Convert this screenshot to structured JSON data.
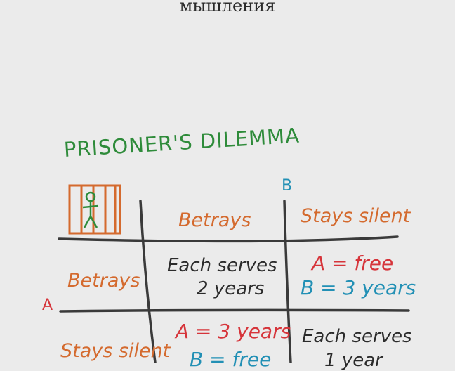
{
  "header": {
    "caption": "мышления"
  },
  "diagram": {
    "title": "PRISONER'S DILEMMA",
    "player_b_label": "B",
    "player_a_label": "A",
    "column_headers": [
      "Betrays",
      "Stays silent"
    ],
    "row_headers": [
      "Betrays",
      "Stays silent"
    ],
    "cells": {
      "betray_betray": {
        "line1": "Each serves",
        "line2": "2 years"
      },
      "betray_silent": {
        "line1": "A = free",
        "line2": "B = 3 years"
      },
      "silent_betray": {
        "line1": "A = 3 years",
        "line2": "B = free"
      },
      "silent_silent": {
        "line1": "Each serves",
        "line2": "1 year"
      }
    },
    "colors": {
      "title": "#2e8b3a",
      "labels": "#d46a2e",
      "outcome_a": "#d6343a",
      "outcome_b": "#2290b5",
      "text": "#2b2b2b",
      "background": "#ebebeb"
    },
    "icons": [
      "prisoner-in-cell-icon"
    ]
  }
}
